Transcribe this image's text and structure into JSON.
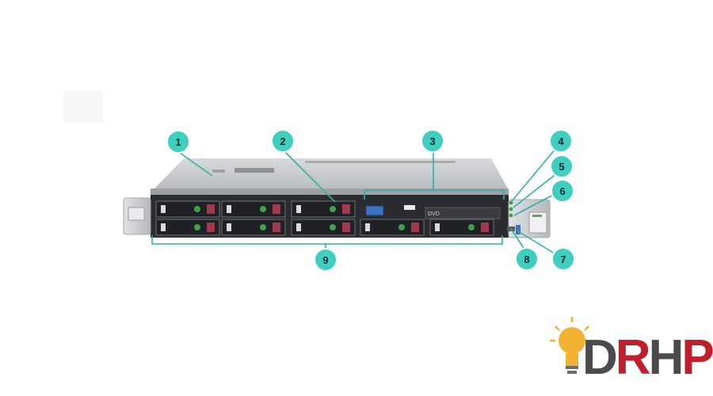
{
  "diagram": {
    "callouts": [
      {
        "label": "1"
      },
      {
        "label": "2"
      },
      {
        "label": "3"
      },
      {
        "label": "4"
      },
      {
        "label": "5"
      },
      {
        "label": "6"
      },
      {
        "label": "7"
      },
      {
        "label": "8"
      },
      {
        "label": "9"
      }
    ],
    "callout_color": "#3ecfc0",
    "callout_text_color": "#1a2a2a",
    "leader_color": "#2ab3a6"
  },
  "server": {
    "ear_label_left": "",
    "ear_label_right": "",
    "drive_bays_small_form_factor": 8,
    "optical_drive_label": "DVD",
    "panel_color": "#c9ccce",
    "bezel_color": "#1f2124",
    "drive_handle_color": "#a23a4c",
    "led_green": "#3fa34d"
  },
  "logo": {
    "text": "DRHP",
    "colors": {
      "dark": "#4b4b4b",
      "red": "#c0202c",
      "bulb": "#f2b233"
    }
  }
}
